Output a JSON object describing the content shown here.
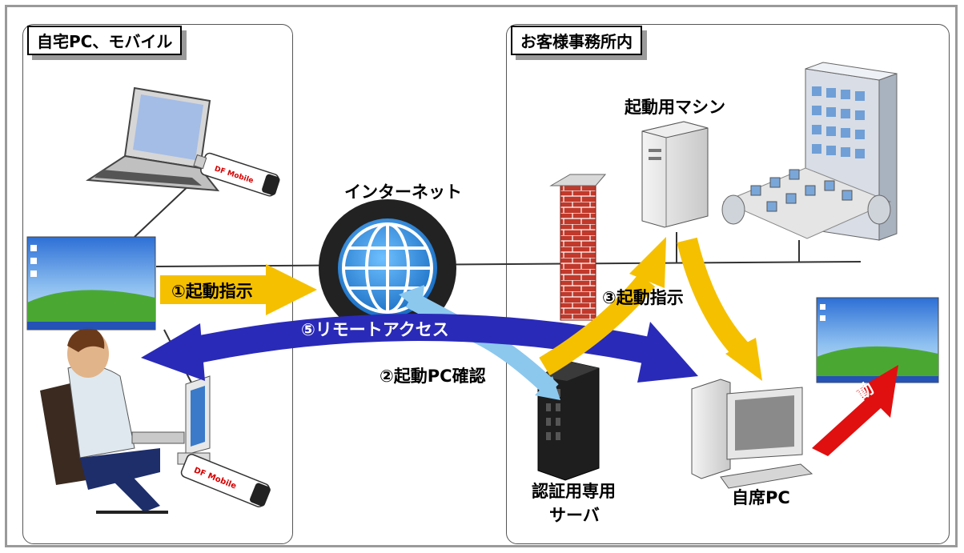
{
  "panels": {
    "left_title": "自宅PC、モバイル",
    "right_title": "お客様事務所内"
  },
  "nodes": {
    "internet": "インターネット",
    "boot_machine": "起動用マシン",
    "auth_server_line1": "認証用専用",
    "auth_server_line2": "サーバ",
    "office_pc": "自席PC",
    "usb_brand": "DF Mobile"
  },
  "steps": {
    "s1": "①起動指示",
    "s2": "②起動PC確認",
    "s3": "③起動指示",
    "s4": "④起動",
    "s5": "⑤リモートアクセス"
  },
  "colors": {
    "arrow_yellow": "#f5c000",
    "arrow_blue": "#2a2ab8",
    "arrow_lightblue": "#8cc8ee",
    "arrow_red": "#e01010",
    "globe_blue": "#2f8fd8"
  }
}
